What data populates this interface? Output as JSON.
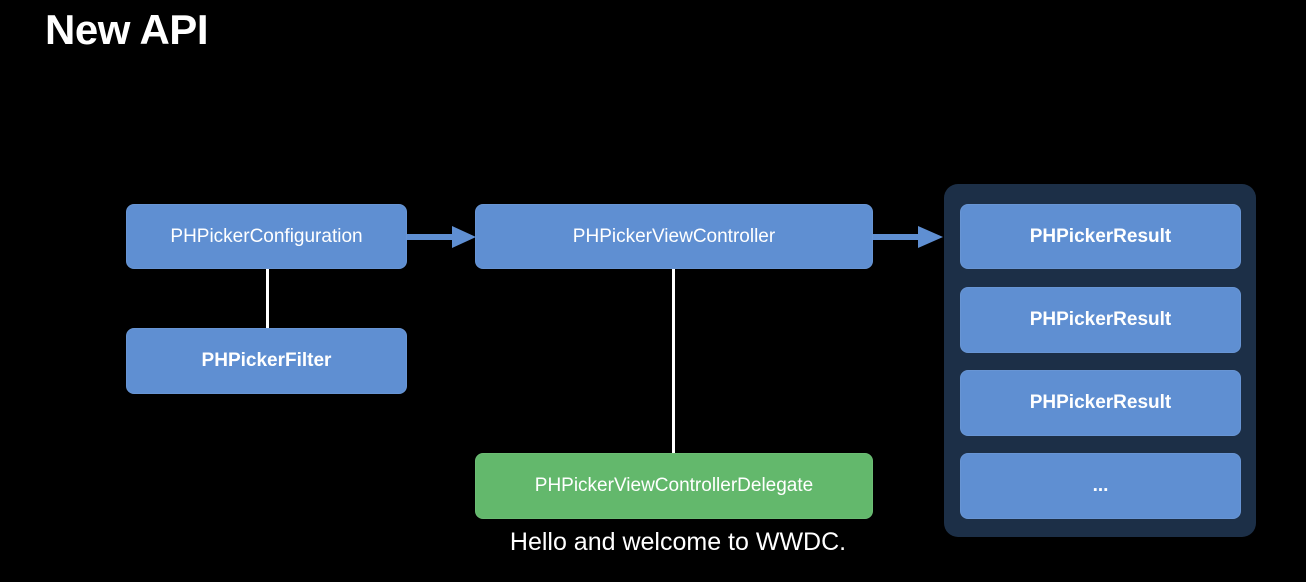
{
  "title": "New API",
  "nodes": {
    "configuration": "PHPickerConfiguration",
    "filter": "PHPickerFilter",
    "view_controller": "PHPickerViewController",
    "delegate": "PHPickerViewControllerDelegate",
    "results": [
      "PHPickerResult",
      "PHPickerResult",
      "PHPickerResult",
      "..."
    ]
  },
  "caption": "Hello and welcome to WWDC.",
  "colors": {
    "background": "#000000",
    "node_blue": "#5f8fd2",
    "node_green": "#63b86c",
    "results_panel": "#1c2f47",
    "arrow": "#5f8fd2",
    "connector": "#ffffff"
  }
}
